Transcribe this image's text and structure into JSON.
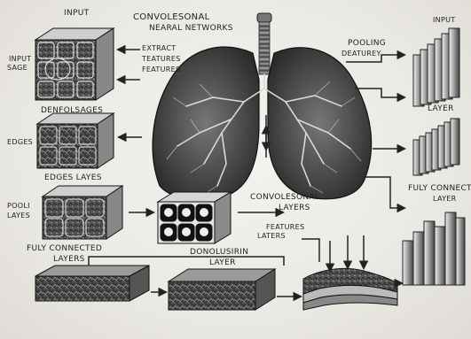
{
  "labels": {
    "input_top": "INPUT",
    "title_line1": "CONVOLESONAL",
    "title_line2": "NEARAL NETWORKS",
    "input_side_1": "INPUT",
    "input_side_2": "SAGE",
    "extract_1": "EXTRACT",
    "extract_2": "TEATURES",
    "extract_3": "FEATURES",
    "denfolsages": "DENFOLSAGES",
    "edges_side": "EDGES",
    "edges_layes": "EDGES LAYES",
    "pool_side_1": "POOLI",
    "pool_side_2": "LAYES",
    "fully_left_1": "FULY CONNECTED",
    "fully_left_2": "LAYERS",
    "pooling_1": "POOLING",
    "pooling_2": "DEATUREY",
    "input_right": "INPUT",
    "layer_right": "LAYER",
    "fully_right_1": "FULY CONNECTE",
    "fully_right_2": "LAYER",
    "conv_layers_1": "CONVOLESONAL",
    "conv_layers_2": "LAYERS",
    "features_small_1": "FEATURES",
    "features_small_2": "LATERS",
    "dono_1": "DONOLUSIRIN",
    "dono_2": "LAYER"
  }
}
